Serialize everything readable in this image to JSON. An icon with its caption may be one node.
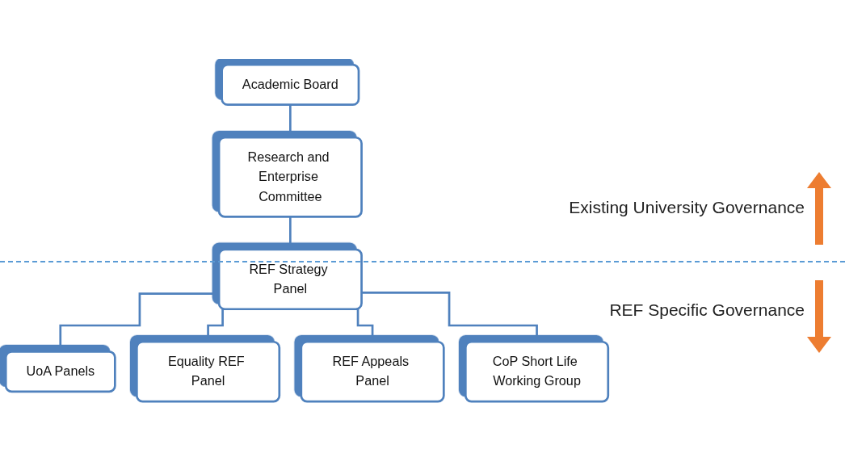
{
  "diagram": {
    "nodes": [
      {
        "text": [
          "Academic Board"
        ]
      },
      {
        "text": [
          "Research and Enterprise Committee"
        ]
      },
      {
        "text": [
          "REF Strategy Panel"
        ]
      },
      {
        "text": [
          "UoA Panels"
        ]
      },
      {
        "text": [
          "Equality REF Panel"
        ]
      },
      {
        "text": [
          "REF Appeals Panel"
        ]
      },
      {
        "text": [
          "CoP Short Life Working Group"
        ]
      }
    ],
    "edges": [
      {
        "from": 0,
        "to": 1,
        "arrow": "none"
      },
      {
        "from": 1,
        "to": 2,
        "arrow": "none"
      },
      {
        "from": 2,
        "to": 3,
        "arrow": "none"
      },
      {
        "from": 2,
        "to": 4,
        "arrow": "none"
      },
      {
        "from": 2,
        "to": 5,
        "arrow": "none"
      },
      {
        "from": 2,
        "to": 6,
        "arrow": "none"
      }
    ],
    "labels": [
      "Existing University Governance",
      "REF Specific Governance"
    ]
  }
}
